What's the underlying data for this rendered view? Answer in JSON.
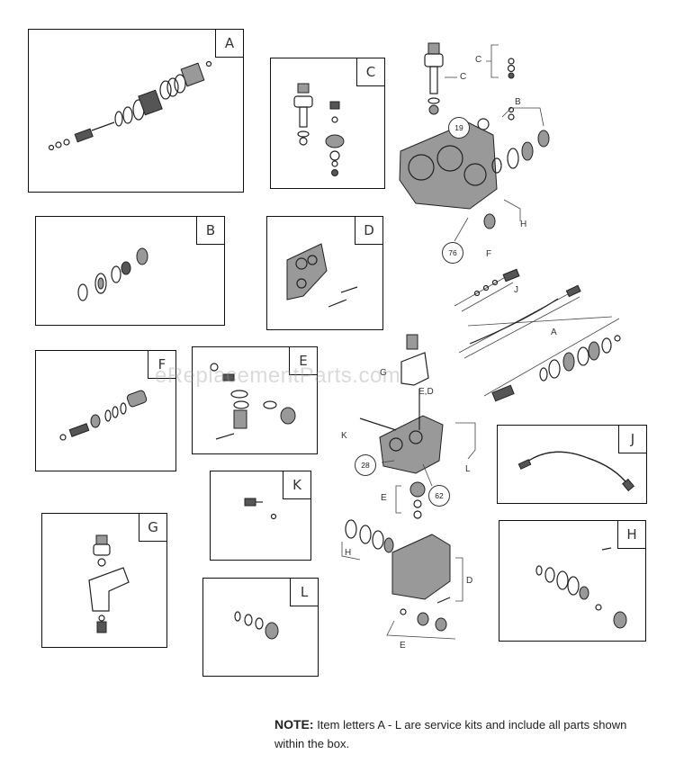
{
  "kits": [
    {
      "id": "A",
      "label": "A"
    },
    {
      "id": "B",
      "label": "B"
    },
    {
      "id": "C",
      "label": "C"
    },
    {
      "id": "D",
      "label": "D"
    },
    {
      "id": "E",
      "label": "E"
    },
    {
      "id": "F",
      "label": "F"
    },
    {
      "id": "G",
      "label": "G"
    },
    {
      "id": "H",
      "label": "H"
    },
    {
      "id": "J",
      "label": "J"
    },
    {
      "id": "K",
      "label": "K"
    },
    {
      "id": "L",
      "label": "L"
    }
  ],
  "diagram_labels": {
    "c1": "C",
    "c2": "C",
    "b": "B",
    "h1": "H",
    "f": "F",
    "j": "J",
    "a": "A",
    "g": "G",
    "ed": "E,D",
    "k": "K",
    "l": "L",
    "e1": "E",
    "h2": "H",
    "d": "D",
    "e2": "E"
  },
  "callouts": {
    "n19": "19",
    "n76": "76",
    "n28": "28",
    "n62": "62"
  },
  "note": {
    "heading": "NOTE:",
    "text": "Item letters A - L are service kits and include all parts shown within the box."
  },
  "watermark": "eReplacementParts.com"
}
